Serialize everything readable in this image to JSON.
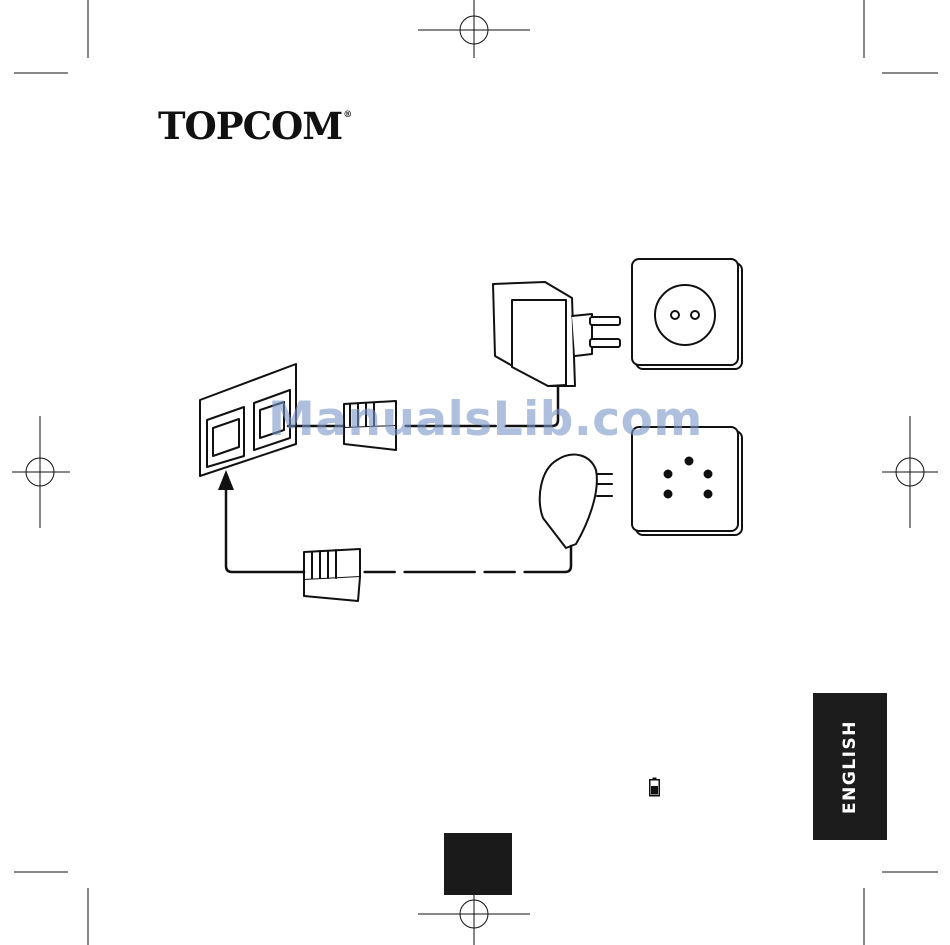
{
  "brand": {
    "name": "TOPCOM",
    "registered": "®"
  },
  "watermark": {
    "text": "ManualsLib.com"
  },
  "language_tab": {
    "label": "ENGLISH"
  },
  "icons": {
    "crop_marks": "crop-mark-icon",
    "registration": "registration-mark-icon",
    "battery": "battery-icon"
  },
  "colors": {
    "ink": "#111111",
    "tab_background": "#1c1c1c",
    "watermark": "#7896c8"
  }
}
